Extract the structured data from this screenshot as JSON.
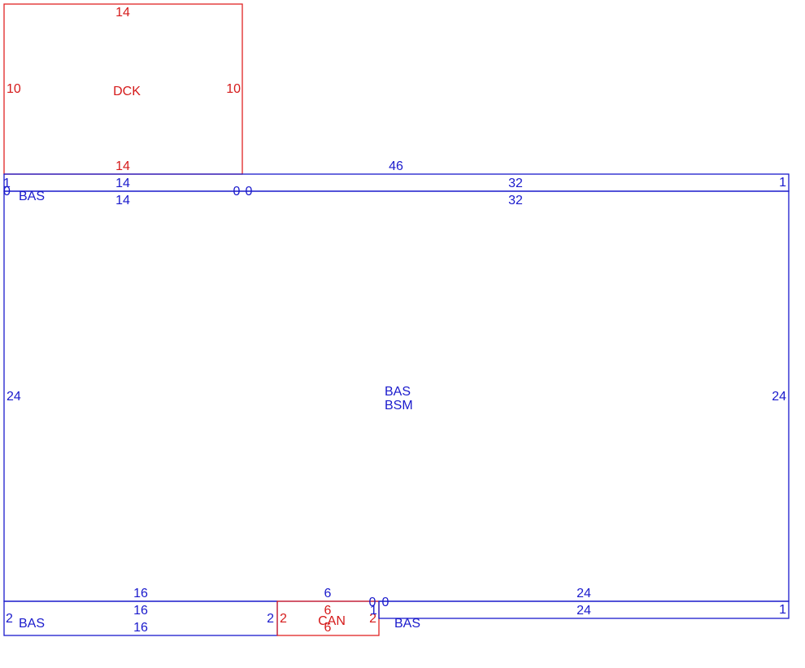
{
  "colors": {
    "dock": "#e02424",
    "base": "#1a1acc"
  },
  "dock": {
    "name": "DCK",
    "top": "14",
    "bottom": "14",
    "left": "10",
    "right": "10"
  },
  "top_strip": {
    "overall": "46",
    "segment_a": "14",
    "segment_b": "32",
    "left_end": "1",
    "right_end": "1",
    "corner": "0",
    "joint_a": "0",
    "joint_b": "0",
    "name": "BAS"
  },
  "main": {
    "name_line1": "BAS",
    "name_line2": "BSM",
    "top_a": "14",
    "top_b": "32",
    "left": "24",
    "right": "24",
    "bottom_a": "16",
    "bottom_b": "6",
    "bottom_c": "24"
  },
  "bottom_left": {
    "name": "BAS",
    "top": "16",
    "bottom": "16",
    "left": "2",
    "right": "2"
  },
  "can": {
    "name": "CAN",
    "top": "6",
    "bottom": "6",
    "left": "2",
    "right": "2"
  },
  "bottom_right": {
    "name": "BAS",
    "top": "24",
    "left": "1",
    "right": "1",
    "joint_a": "0",
    "joint_b": "0"
  }
}
